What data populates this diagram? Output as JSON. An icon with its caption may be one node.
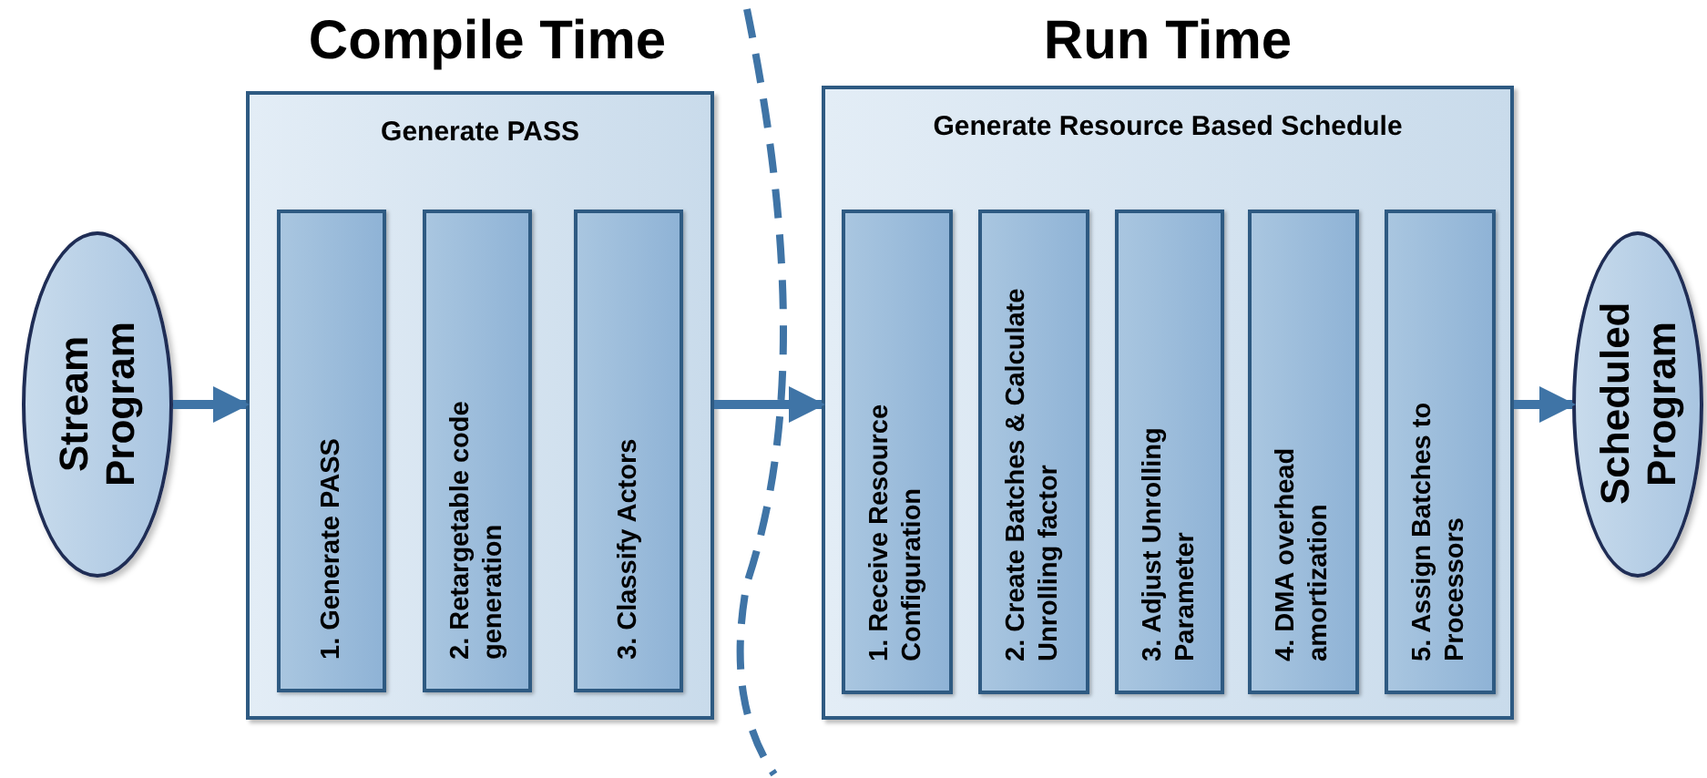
{
  "diagram": {
    "nodes": [
      {
        "text": [
          "Stream Program"
        ]
      },
      {
        "text": [
          "Generate PASS"
        ]
      },
      {
        "text": [
          "1. Generate PASS"
        ],
        "in": 1
      },
      {
        "text": [
          "2. Retargetable code generation"
        ],
        "in": 1
      },
      {
        "text": [
          "3. Classify Actors"
        ],
        "in": 1
      },
      {
        "text": [
          "Generate Resource Based Schedule"
        ]
      },
      {
        "text": [
          "1. Receive Resource Configuration"
        ],
        "in": 5
      },
      {
        "text": [
          "2. Create Batches & Calculate Unrolling factor"
        ],
        "in": 5
      },
      {
        "text": [
          "3. Adjust Unrolling Parameter"
        ],
        "in": 5
      },
      {
        "text": [
          "4. DMA overhead amortization"
        ],
        "in": 5
      },
      {
        "text": [
          "5. Assign Batches to Processors"
        ],
        "in": 5
      },
      {
        "text": [
          "Scheduled Program"
        ]
      }
    ],
    "edges": [
      {
        "from": 0,
        "to": 1,
        "arrow": "to"
      },
      {
        "from": 1,
        "to": 5,
        "arrow": "to"
      },
      {
        "from": 5,
        "to": 11,
        "arrow": "to"
      }
    ],
    "labels": [
      "Compile Time",
      "Run Time"
    ]
  }
}
